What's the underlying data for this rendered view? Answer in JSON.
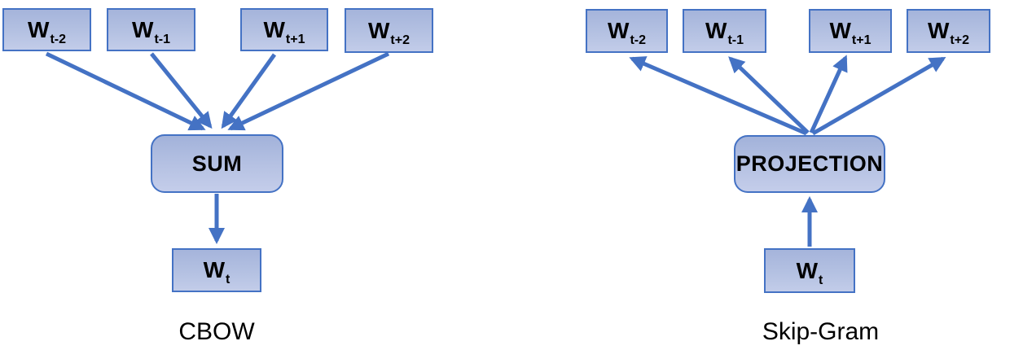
{
  "diagrams": {
    "cbow": {
      "caption": "CBOW",
      "center_label": "SUM",
      "context_boxes": [
        {
          "main": "W",
          "sub": "t-2"
        },
        {
          "main": "W",
          "sub": "t-1"
        },
        {
          "main": "W",
          "sub": "t+1"
        },
        {
          "main": "W",
          "sub": "t+2"
        }
      ],
      "target_box": {
        "main": "W",
        "sub": "t"
      },
      "arrow_direction": "context-to-center-to-target"
    },
    "skipgram": {
      "caption": "Skip-Gram",
      "center_label": "PROJECTION",
      "context_boxes": [
        {
          "main": "W",
          "sub": "t-2"
        },
        {
          "main": "W",
          "sub": "t-1"
        },
        {
          "main": "W",
          "sub": "t+1"
        },
        {
          "main": "W",
          "sub": "t+2"
        }
      ],
      "target_box": {
        "main": "W",
        "sub": "t"
      },
      "arrow_direction": "target-to-center-to-context"
    }
  },
  "colors": {
    "box_fill_top": "#a5b4db",
    "box_fill_bottom": "#c2cce9",
    "box_border": "#4472c4",
    "arrow": "#4472c4",
    "text": "#000000",
    "background": "#ffffff"
  }
}
